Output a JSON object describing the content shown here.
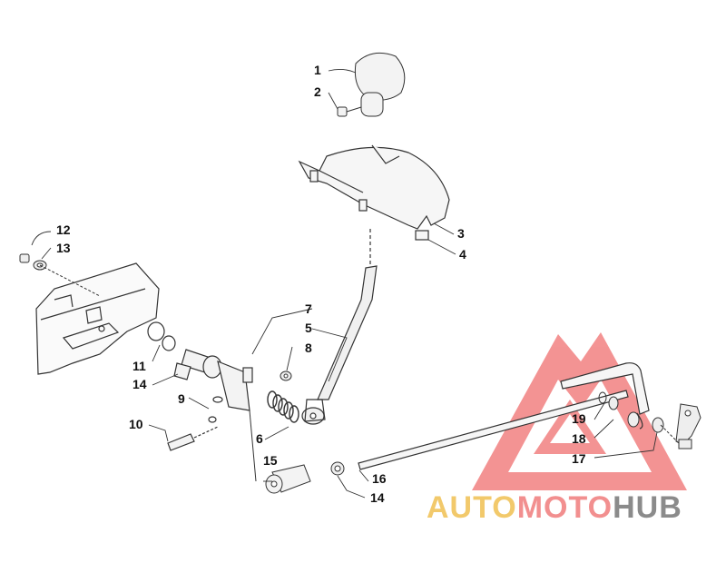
{
  "diagram": {
    "callouts": [
      "1",
      "2",
      "3",
      "4",
      "5",
      "6",
      "7",
      "8",
      "9",
      "10",
      "11",
      "12",
      "13",
      "14",
      "14",
      "15",
      "16",
      "17",
      "18",
      "19"
    ]
  },
  "watermark": {
    "auto": "AUTO",
    "moto": "MOTO",
    "hub": "HUB",
    "colors": {
      "auto": "#f2c96b",
      "moto": "#f28f8f",
      "hub": "#8b8b8b",
      "triangle": "#f07070"
    }
  }
}
